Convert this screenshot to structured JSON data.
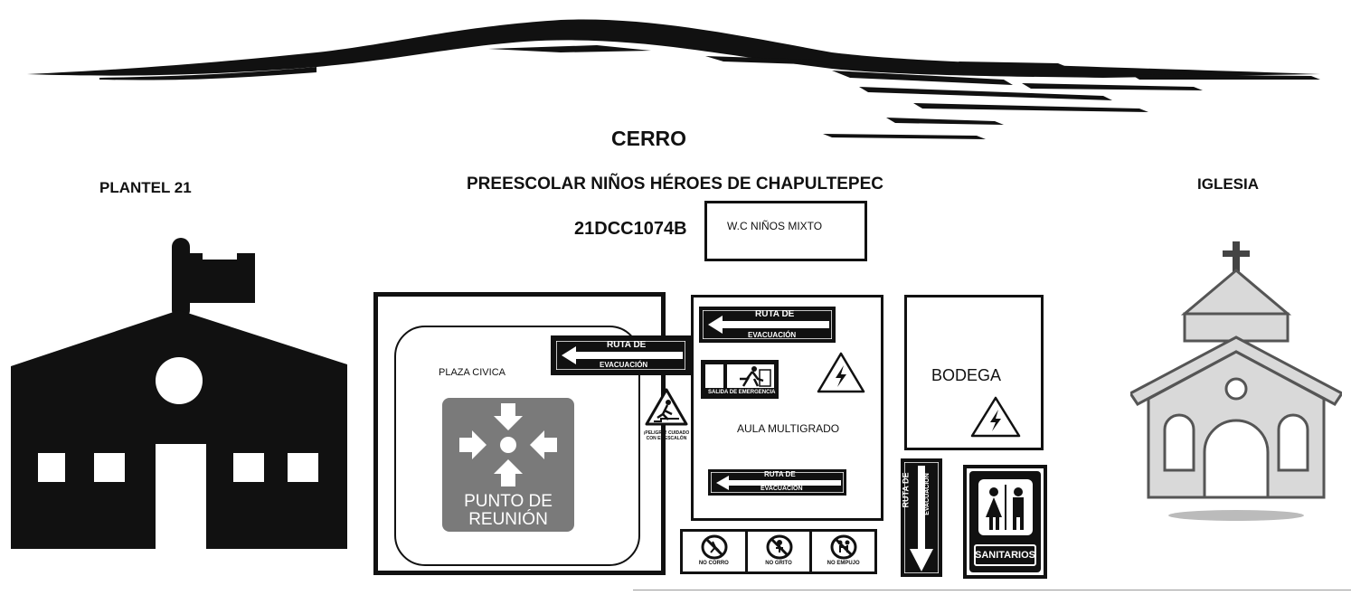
{
  "labels": {
    "cerro": "CERRO",
    "school": "PREESCOLAR NIÑOS HÉROES DE CHAPULTEPEC",
    "code": "21DCC1074B",
    "plantel": "PLANTEL 21",
    "iglesia": "IGLESIA",
    "wc": "W.C NIÑOS MIXTO",
    "plaza": "PLAZA CIVICA",
    "aula": "AULA MULTIGRADO",
    "bodega": "BODEGA"
  },
  "signs": {
    "punto_line1": "PUNTO DE",
    "punto_line2": "REUNIÓN",
    "ruta_line1": "RUTA DE",
    "ruta_line2": "EVACUACIÓN",
    "salida": "SALIDA DE EMERGENCIA",
    "peligro": "¡PELIGRO! CUIDADO CON EL ESCALÓN",
    "sanitarios": "SANITARIOS",
    "no_corro": "NO CORRO",
    "no_grito": "NO GRITO",
    "no_empujo": "NO EMPUJO"
  },
  "colors": {
    "ink": "#111111",
    "punto_bg": "#7a7a7a",
    "church_fill": "#d9d9d9",
    "church_stroke": "#555555"
  },
  "icons": [
    "mountain-icon",
    "school-building-icon",
    "church-icon",
    "meeting-point-icon",
    "evacuation-arrow-icon",
    "emergency-exit-icon",
    "high-voltage-icon",
    "step-hazard-icon",
    "restroom-icon",
    "no-running-icon",
    "no-shouting-icon",
    "no-pushing-icon"
  ]
}
